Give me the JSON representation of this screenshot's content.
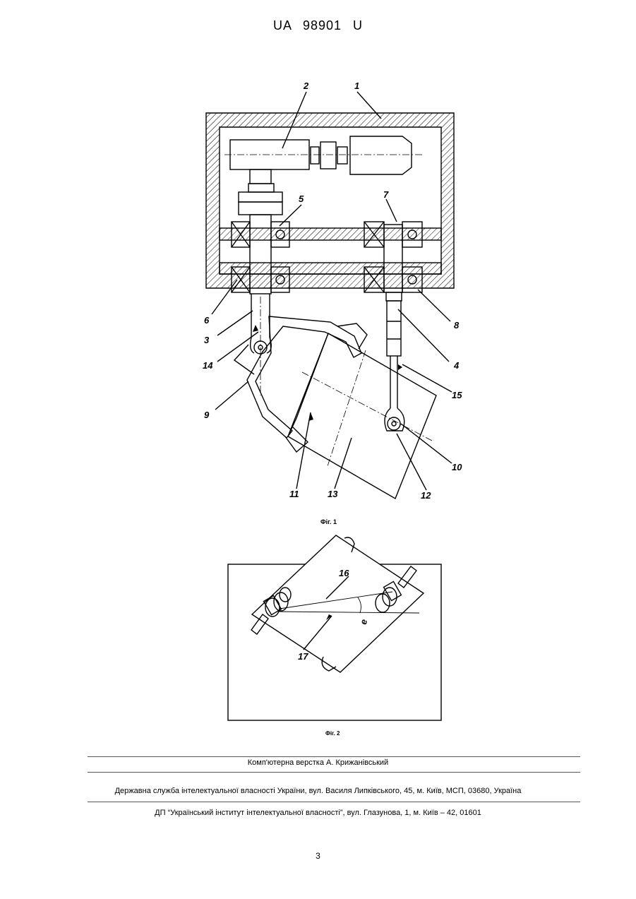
{
  "header": {
    "patent_number": "UA   98901   U"
  },
  "figure1": {
    "caption": "Фіг. 1",
    "labels": [
      "1",
      "2",
      "3",
      "4",
      "5",
      "6",
      "7",
      "8",
      "9",
      "10",
      "11",
      "12",
      "13",
      "14",
      "15"
    ]
  },
  "figure2": {
    "caption": "Фіг. 2",
    "labels": [
      "16",
      "17",
      "е"
    ]
  },
  "footer": {
    "layout_credit": "Комп'ютерна верстка А. Крижанівський",
    "publisher": "Державна служба інтелектуальної власності України, вул. Василя Липківського, 45, м. Київ, МСП, 03680, Україна",
    "institute": "ДП “Український інститут інтелектуальної власності”, вул. Глазунова, 1, м. Київ – 42, 01601",
    "page_number": "3"
  }
}
